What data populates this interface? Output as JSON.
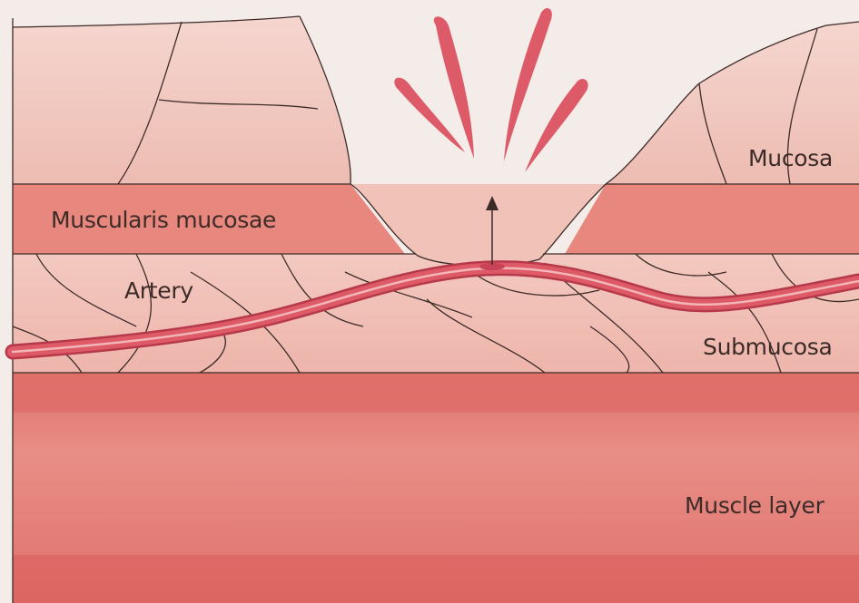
{
  "labels": {
    "mucosa": "Mucosa",
    "muscularis_mucosae": "Muscularis mucosae",
    "artery": "Artery",
    "submucosa": "Submucosa",
    "muscle_layer": "Muscle layer"
  },
  "colors": {
    "background": "#f4ece8",
    "mucosa": "#efc6bd",
    "muscularis_mucosae": "#e8857c",
    "submucosa": "#f1bfb5",
    "muscle_layer": "#e57e78",
    "muscle_band": "#df6e6a",
    "artery": "#d94f5b",
    "blood_spurt": "#dd5a68",
    "outline": "#3d2b28"
  }
}
